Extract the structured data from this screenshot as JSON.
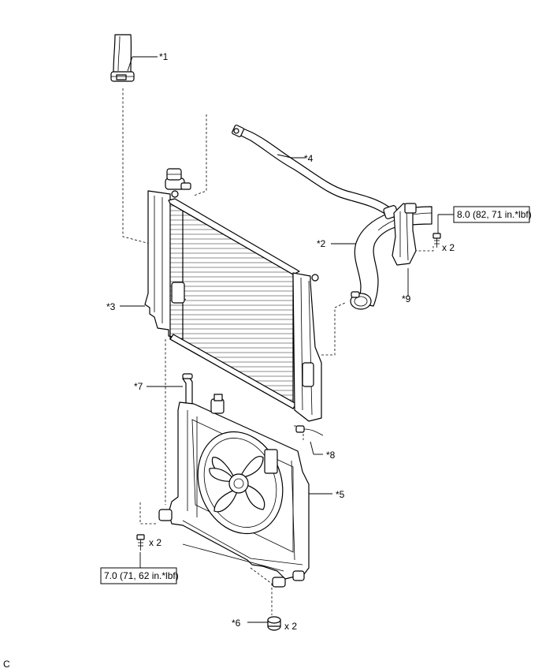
{
  "callouts": {
    "c1": "*1",
    "c2": "*2",
    "c3": "*3",
    "c4": "*4",
    "c5": "*5",
    "c6": "*6",
    "c7": "*7",
    "c8": "*8",
    "c9": "*9"
  },
  "torque": {
    "upper": "8.0 (82, 71 in.*lbf)",
    "lower": "7.0 (71, 62 in.*lbf)"
  },
  "quantity": {
    "bolt_upper": "x 2",
    "bolt_lower": "x 2",
    "grommet": "x 2"
  },
  "corner_mark": "C"
}
